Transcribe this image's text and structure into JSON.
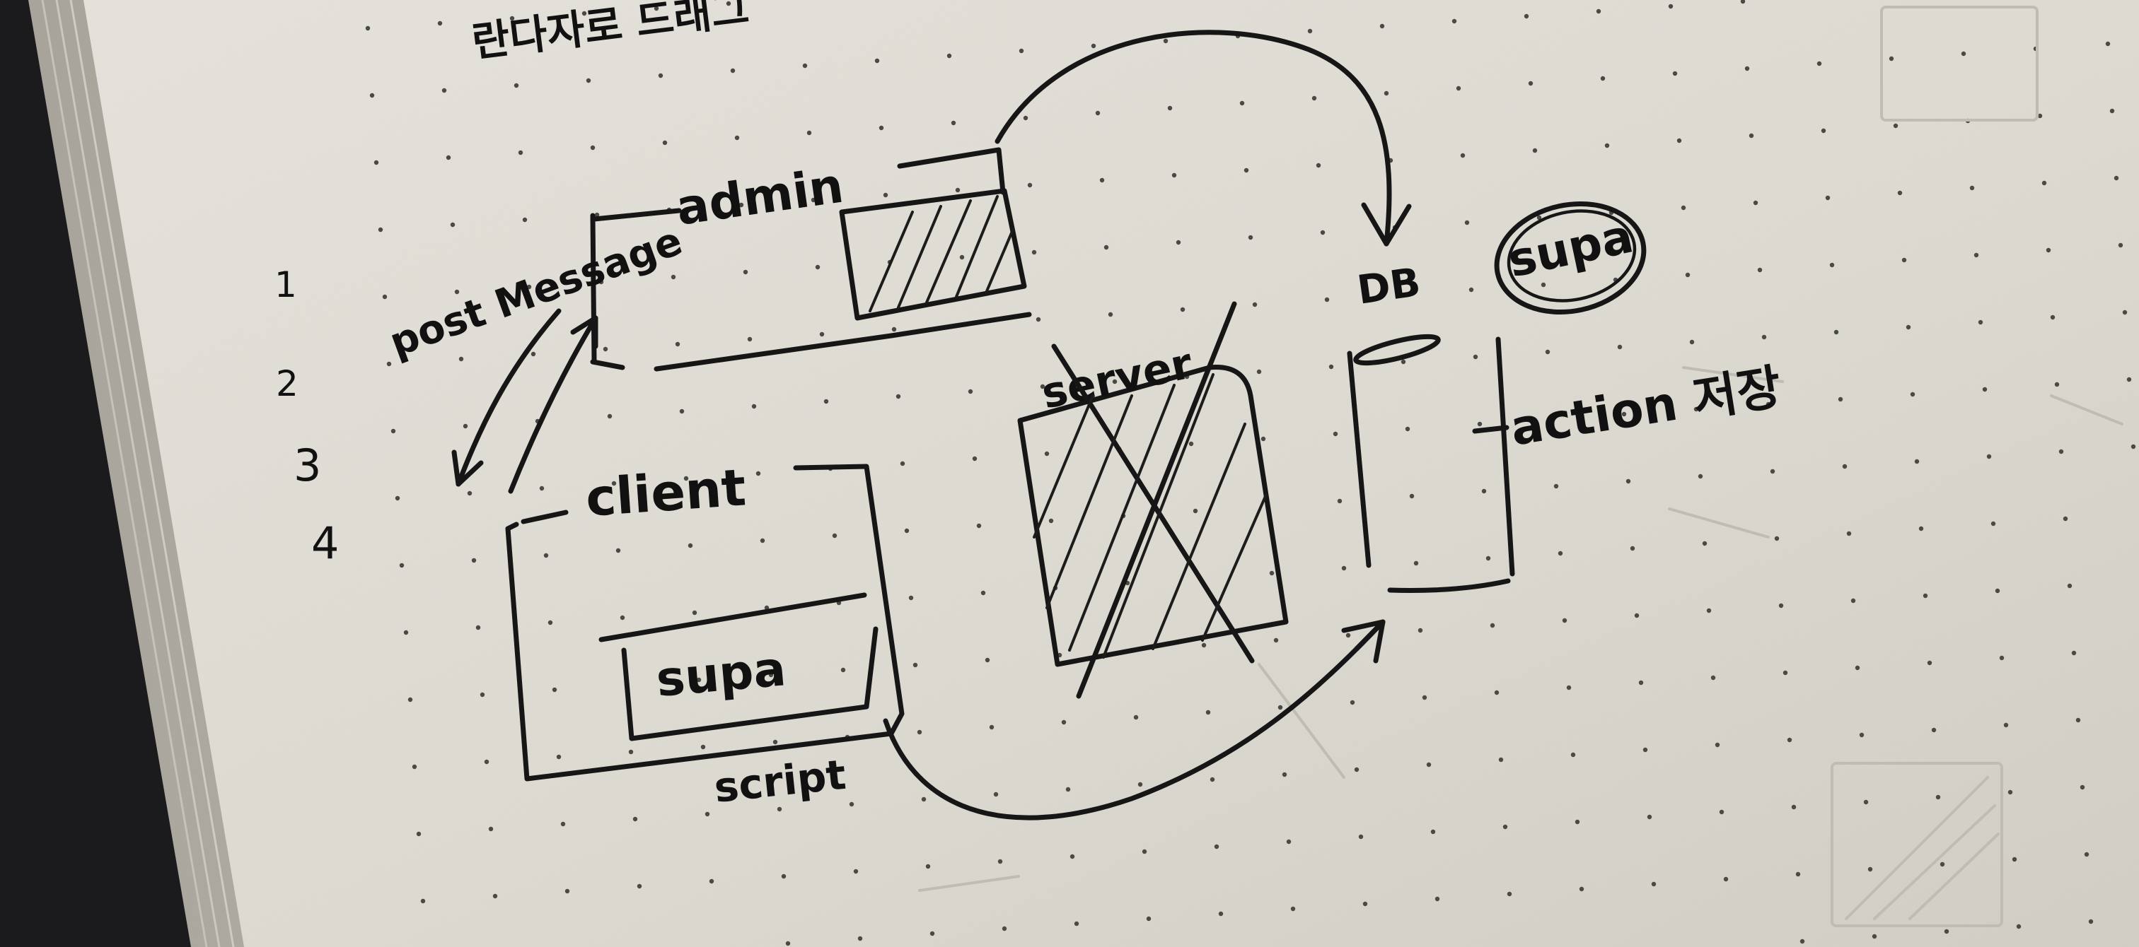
{
  "sketch": {
    "title_scribble": "란다자로 드래그",
    "step_numbers": [
      "1",
      "2",
      "3",
      "4"
    ],
    "labels": {
      "admin": "admin",
      "post_message": "post Message",
      "client": "client",
      "client_inner": "supa",
      "script": "script",
      "server": "server",
      "db": "DB",
      "db_provider": "supa",
      "action": "action 저장"
    }
  }
}
